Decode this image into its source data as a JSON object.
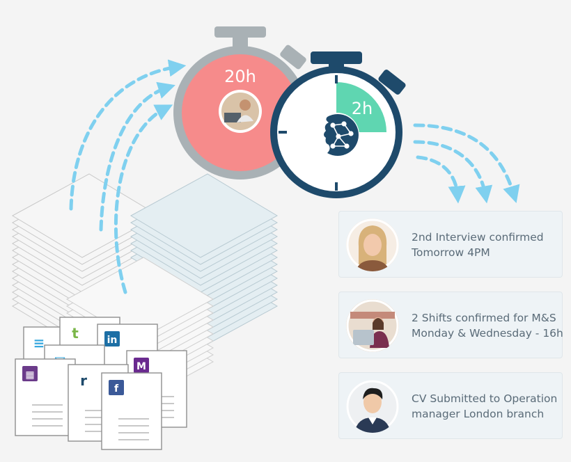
{
  "timers": {
    "manual": {
      "label": "20h",
      "color": "#f68b8b",
      "frame": "#a9b1b5"
    },
    "ai": {
      "label": "2h",
      "color": "#5fd6b1",
      "frame": "#1e4a6b"
    }
  },
  "colors": {
    "arrow": "#7fd0ef",
    "paper": "#f0f0f0",
    "paper_blue": "#dde9ee"
  },
  "source_icons": [
    "database-icon",
    "t-icon",
    "linkedin-icon",
    "email-icon",
    "r-icon",
    "monster-icon",
    "grid-logo-icon",
    "facebook-icon"
  ],
  "cards": [
    {
      "line1": "2nd Interview confirmed",
      "line2": "Tomorrow 4PM"
    },
    {
      "line1": "2 Shifts confirmed for M&S",
      "line2": "Monday & Wednesday - 16h"
    },
    {
      "line1": "CV Submitted to Operation",
      "line2": "manager London branch"
    }
  ]
}
